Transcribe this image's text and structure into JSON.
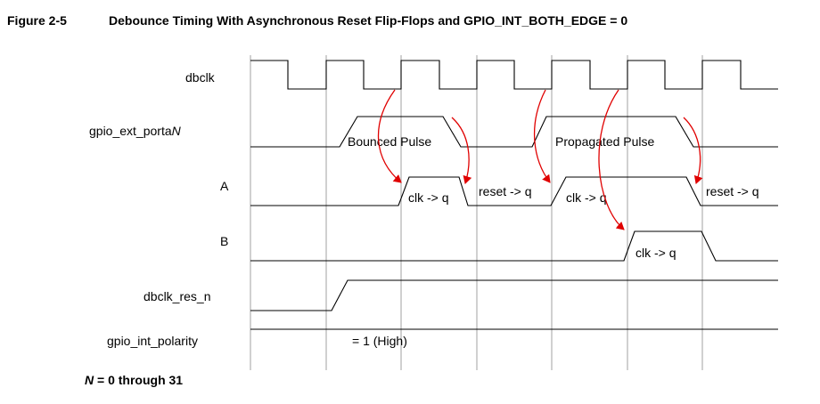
{
  "caption": {
    "figure_number": "Figure 2-5",
    "title": "Debounce Timing With Asynchronous Reset Flip-Flops and GPIO_INT_BOTH_EDGE = 0"
  },
  "signals": {
    "dbclk": "dbclk",
    "gpio_ext_porta_prefix": "gpio_ext_porta",
    "gpio_ext_porta_suffix": "N",
    "a": "A",
    "b": "B",
    "dbclk_res_n": "dbclk_res_n",
    "gpio_int_polarity": "gpio_int_polarity"
  },
  "annotations": {
    "bounced_pulse": "Bounced Pulse",
    "propagated_pulse": "Propagated Pulse",
    "a_clk_q_1": "clk -> q",
    "a_reset_q_1": "reset -> q",
    "a_clk_q_2": "clk -> q",
    "a_reset_q_2": "reset -> q",
    "b_clk_q": "clk -> q",
    "polarity_value": "= 1 (High)"
  },
  "footnote": {
    "var": "N",
    "text": " = 0 through 31"
  },
  "colors": {
    "arrow": "#e00000",
    "waveform": "#000000",
    "gridline": "#8a8a8a"
  }
}
